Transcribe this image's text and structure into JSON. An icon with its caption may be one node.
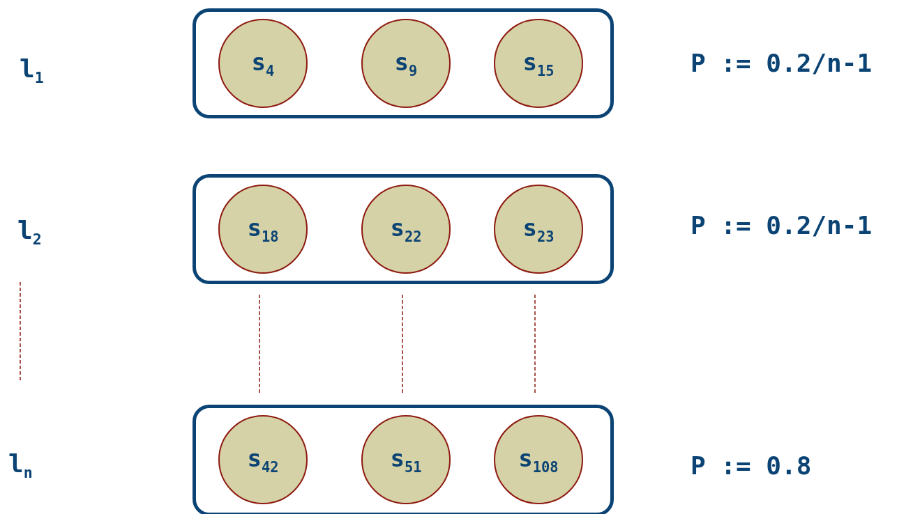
{
  "diagram": {
    "nodes": [
      {
        "text": [],
        "shape": "box",
        "beside": [
          "P := 0.2/n-1"
        ]
      },
      {
        "text": [
          "s$_{4}$"
        ],
        "in": 0
      },
      {
        "text": [
          "s$_{9}$"
        ],
        "in": 0
      },
      {
        "text": [
          "s$_{15}$"
        ],
        "in": 0
      },
      {
        "text": [],
        "shape": "box",
        "beside": [
          "P := 0.2/n-1"
        ]
      },
      {
        "text": [
          "s$_{18}$"
        ],
        "in": 4
      },
      {
        "text": [
          "s$_{22}$"
        ],
        "in": 4
      },
      {
        "text": [
          "s$_{23}$"
        ],
        "in": 4
      },
      {
        "text": [],
        "shape": "box",
        "beside": [
          "P := 0.8"
        ]
      },
      {
        "text": [
          "s$_{42}$"
        ],
        "in": 8
      },
      {
        "text": [
          "s$_{51}$"
        ],
        "in": 8
      },
      {
        "text": [
          "s$_{108}$"
        ],
        "in": 8
      }
    ],
    "labels": [
      "l$_{1}$",
      "l$_{2}$",
      "l$_{n}$"
    ]
  }
}
